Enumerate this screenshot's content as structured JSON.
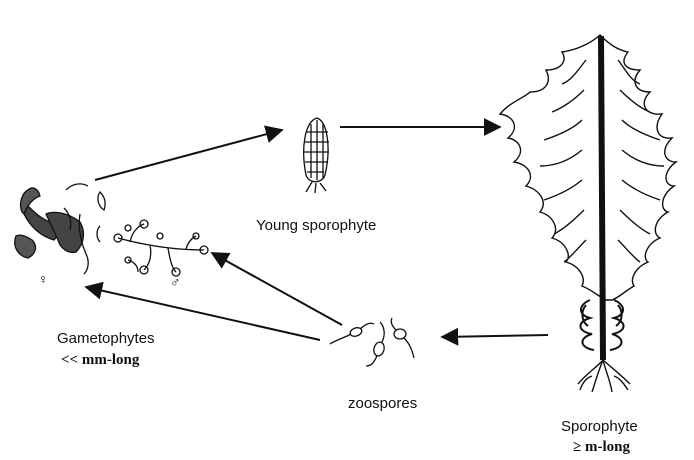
{
  "labels": {
    "young_sporophyte": "Young sporophyte",
    "gametophytes": "Gametophytes",
    "gametophyte_size": "<< mm-long",
    "zoospores": "zoospores",
    "sporophyte": "Sporophyte",
    "sporophyte_size": "≥ m-long",
    "female_symbol": "♀",
    "male_symbol": "♂"
  },
  "colors": {
    "ink": "#111111",
    "background": "#ffffff"
  }
}
